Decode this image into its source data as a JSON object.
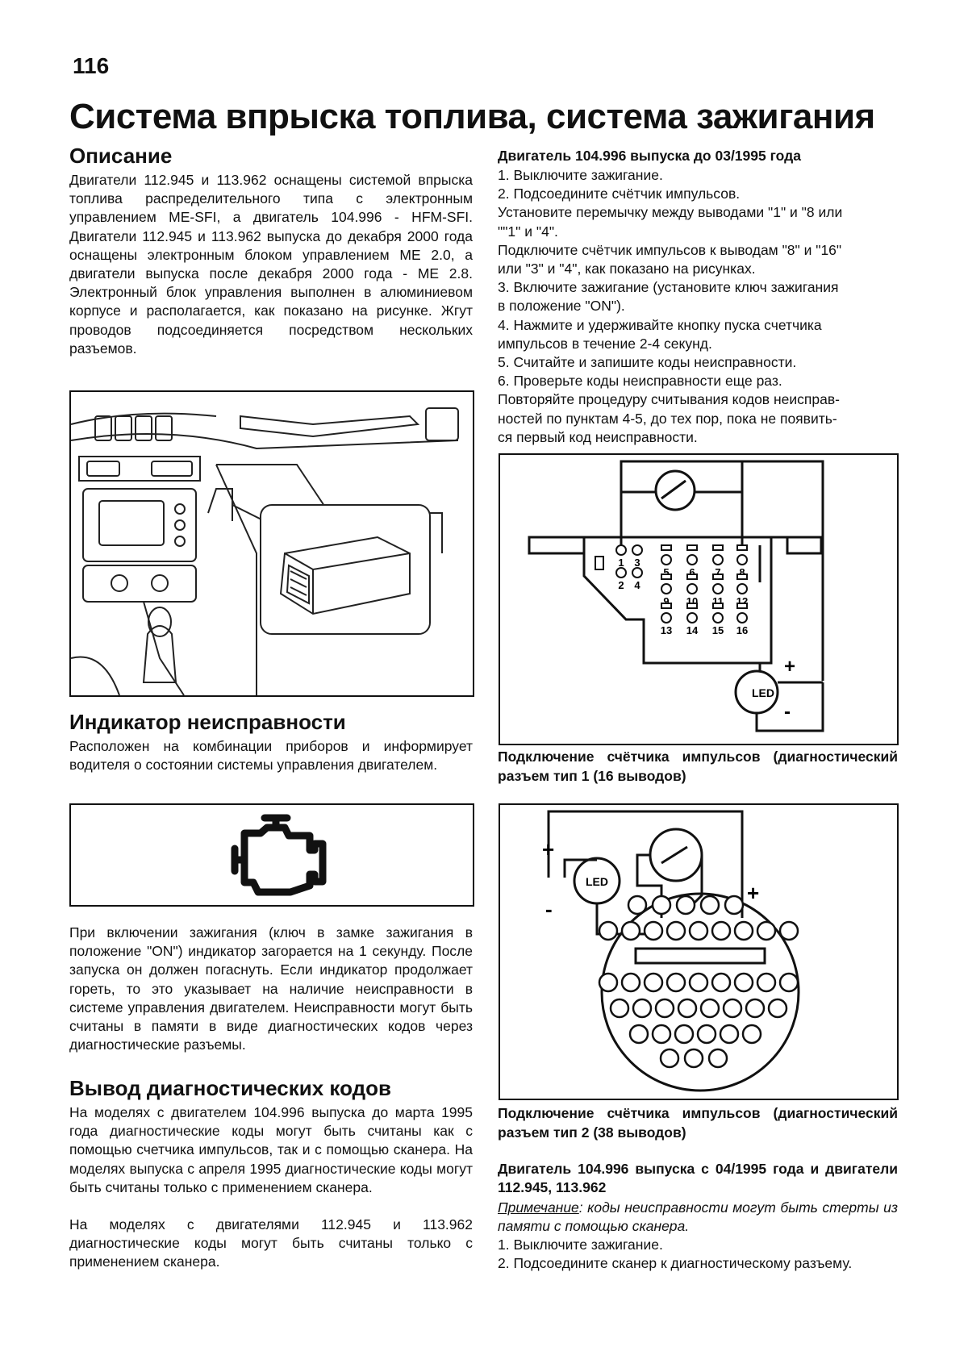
{
  "page_number": "116",
  "title": "Система впрыска топлива, система зажигания",
  "left": {
    "desc_heading": "Описание",
    "desc_text": "Двигатели 112.945 и 113.962 оснащены системой впрыска топлива распределительного типа с электронным управлением ME-SFI, а двигатель 104.996 - HFM-SFI. Двигатели 112.945 и 113.962 выпуска до декабря 2000 года оснащены электронным блоком управлением ME 2.0, а двигатели выпуска после декабря 2000 года - ME 2.8. Электронный блок управления выполнен в алюминиевом корпусе и располагается, как показано на рисунке. Жгут проводов подсоединяется посредством нескольких разъемов.",
    "indicator_heading": "Индикатор неисправности",
    "indicator_text": "Расположен на комбинации приборов и информирует водителя о состоянии системы управления двигателем.",
    "indicator_text2": "При включении зажигания (ключ в замке зажигания в положение \"ON\") индикатор загорается на 1 секунду. После запуска он должен погаснуть. Если индикатор продолжает гореть, то это указывает на наличие неисправности в системе управления двигателем. Неисправности могут быть считаны в памяти в виде диагностических кодов через диагностические разъемы.",
    "codes_heading": "Вывод диагностических кодов",
    "codes_text1": "На моделях с двигателем 104.996 выпуска до марта 1995 года диагностические коды могут быть считаны как с помощью счетчика импульсов, так и с помощью сканера. На моделях выпуска с апреля 1995 диагностические коды могут быть считаны только с применением сканера.",
    "codes_text2": "На моделях с двигателями 112.945 и 113.962 диагностические коды могут быть считаны только с применением сканера."
  },
  "right": {
    "heading1": "Двигатель 104.996 выпуска до 03/1995 года",
    "steps1": [
      "1. Выключите зажигание.",
      "2. Подсоедините счётчик импульсов.",
      "Установите перемычку между выводами \"1\" и \"8 или",
      "\"\"1\" и \"4\".",
      "Подключите счётчик импульсов к выводам \"8\" и \"16\"",
      "или \"3\" и \"4\", как показано на рисунках.",
      "3. Включите зажигание (установите ключ зажигания",
      "в положение \"ON\").",
      "4. Нажмите и удерживайте кнопку пуска счетчика",
      "импульсов в течение 2-4 секунд.",
      "5. Считайте и запишите коды неисправности.",
      "6. Проверьте коды неисправности еще раз.",
      "Повторяйте процедуру считывания кодов неисправ-",
      "ностей по пунктам 4-5, до тех пор, пока не появить-",
      "ся первый код неисправности."
    ],
    "fig1_caption": "Подключение счётчика импульсов (диагностический разъем тип 1 (16 выводов)",
    "fig1_led": "LED",
    "fig1_plus": "+",
    "fig1_minus": "-",
    "fig1_pins": [
      "1",
      "3",
      "2",
      "4",
      "5",
      "6",
      "7",
      "8",
      "9",
      "10",
      "11",
      "12",
      "13",
      "14",
      "15",
      "16"
    ],
    "fig2_caption": "Подключение счётчика импульсов (диагностический разъем тип 2 (38 выводов)",
    "fig2_led": "LED",
    "fig2_plus": "+",
    "fig2_plus2": "+",
    "fig2_minus": "-",
    "heading2": "Двигатель 104.996 выпуска с 04/1995 года и двигатели 112.945, 113.962",
    "note_label": "Примечание",
    "note_text": ": коды неисправности могут быть стерты из памяти с помощью сканера.",
    "steps2": [
      "1. Выключите зажигание.",
      "2. Подсоедините сканер к диагностическому разъему."
    ]
  }
}
